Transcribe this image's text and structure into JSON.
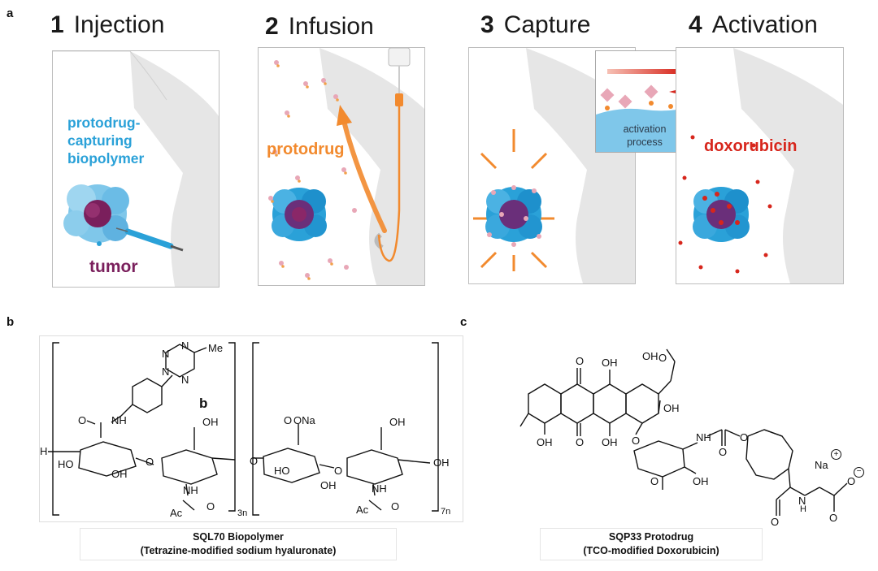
{
  "panel_a": {
    "letter": "a",
    "steps": [
      {
        "num": "1",
        "title": "Injection"
      },
      {
        "num": "2",
        "title": "Infusion"
      },
      {
        "num": "3",
        "title": "Capture"
      },
      {
        "num": "4",
        "title": "Activation"
      }
    ],
    "labels": {
      "biopolymer_line1": "protodrug-",
      "biopolymer_line2": "capturing",
      "biopolymer_line3": "biopolymer",
      "tumor": "tumor",
      "protodrug": "protodrug",
      "activation_line1": "activation",
      "activation_line2": "process",
      "doxorubicin": "doxorubicin"
    },
    "colors": {
      "blue": "#2aa1d8",
      "orange": "#f28a2e",
      "red": "#d7261c",
      "purple": "#7a1f5c",
      "body_gray": "#e6e6e6"
    }
  },
  "panel_b": {
    "letter": "b",
    "inner_letter": "b",
    "atoms": {
      "me": "Me",
      "n": "N",
      "nh_amide": "NH",
      "oh": "OH",
      "o": "O",
      "h": "H",
      "ho": "HO",
      "ona": "ONa",
      "ac": "Ac",
      "sub_3n": "3n",
      "sub_7n": "7n"
    },
    "caption_line1": "SQL70 Biopolymer",
    "caption_line2": "(Tetrazine-modified sodium hyaluronate)"
  },
  "panel_c": {
    "letter": "c",
    "atoms": {
      "o": "O",
      "oh": "OH",
      "nh": "NH",
      "n": "N",
      "h": "H",
      "na": "Na",
      "plus": "+",
      "minus": "−"
    },
    "caption_line1": "SQP33 Protodrug",
    "caption_line2": "(TCO-modified Doxorubicin)"
  }
}
